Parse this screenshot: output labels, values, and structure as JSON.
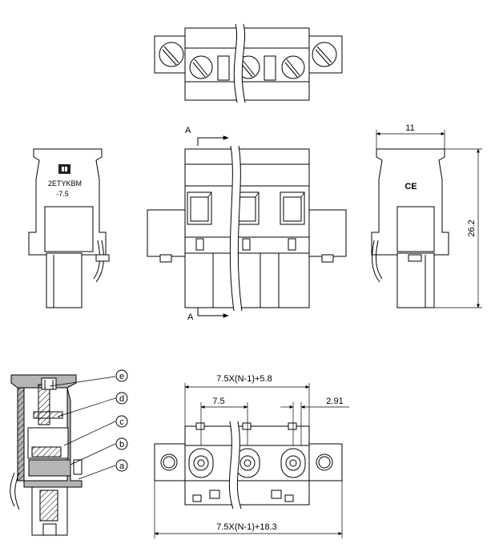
{
  "section_marks": {
    "top": "A",
    "bottom": "A"
  },
  "product_label": {
    "line1": "2ETYKBM",
    "line2": "-7.5"
  },
  "ce_mark": "CE",
  "dimensions": {
    "top_width": "11",
    "height": "26.2",
    "pitch_span": "7.5X(N-1)+5.8",
    "pitch": "7.5",
    "offset": "2.91",
    "overall_width": "7.5X(N-1)+18.3"
  },
  "callouts": [
    "e",
    "d",
    "c",
    "b",
    "a"
  ],
  "colors": {
    "line": "#000000",
    "face": "#e8e8e8",
    "dark": "#b5b5b5"
  }
}
